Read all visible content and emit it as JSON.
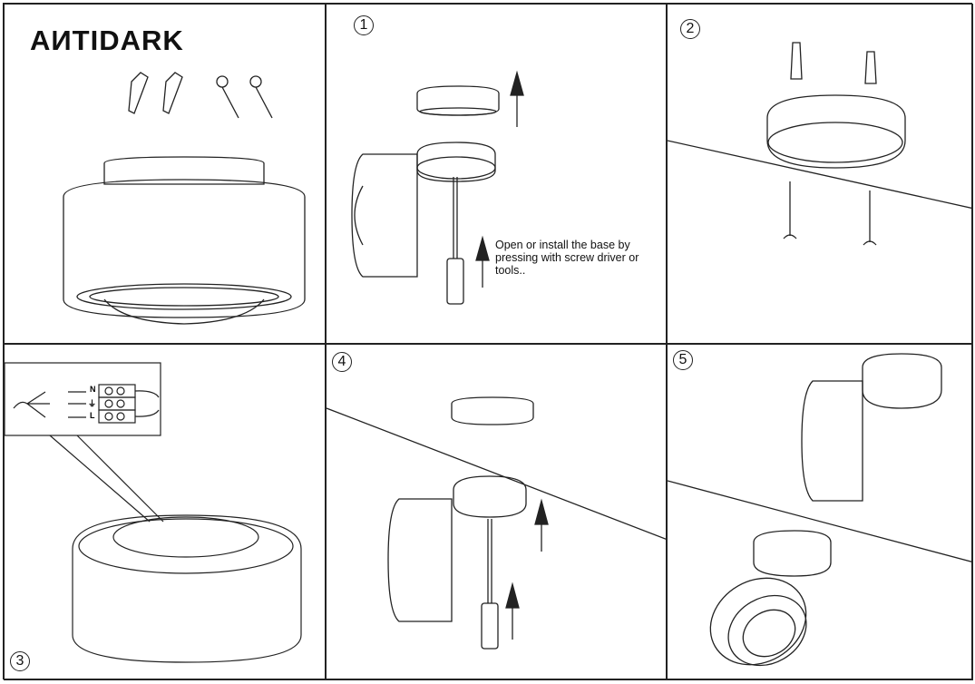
{
  "brand": {
    "logo_text": "AИTIDARK"
  },
  "steps": [
    {
      "number": "1",
      "note_lines": [
        "Open or install the base by",
        "pressing with screw driver or",
        "tools.."
      ]
    },
    {
      "number": "2"
    },
    {
      "number": "3"
    },
    {
      "number": "4"
    },
    {
      "number": "5"
    }
  ],
  "wiring": {
    "terminal_labels": [
      "N",
      "⏚",
      "L"
    ]
  },
  "colors": {
    "line": "#222222",
    "background": "#ffffff"
  }
}
